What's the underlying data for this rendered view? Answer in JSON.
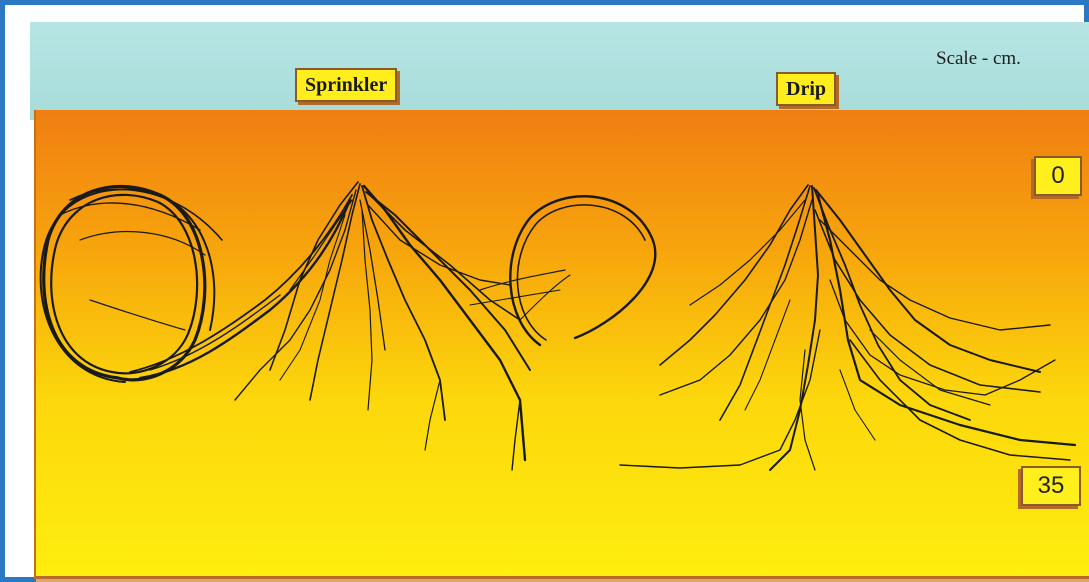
{
  "labels": {
    "sprinkler": "Sprinkler",
    "drip": "Drip"
  },
  "scale": {
    "title": "Scale - cm.",
    "top": "0",
    "bottom": "35"
  },
  "colors": {
    "frame_border": "#2d78c2",
    "sky": "#a6dcd9",
    "soil_top": "#f07e12",
    "soil_bottom": "#ffee0e",
    "roots": "#1a1a1a",
    "label_fill": "#ffee1c"
  }
}
